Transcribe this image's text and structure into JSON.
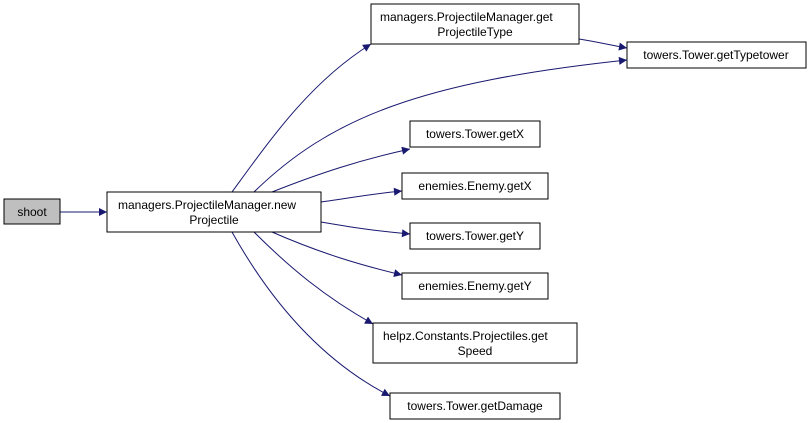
{
  "colors": {
    "edge": "#191970",
    "node_border": "#000000",
    "node_fill": "#ffffff",
    "root_fill": "#bfbfbf"
  },
  "nodes": {
    "shoot": {
      "lines": [
        "shoot"
      ]
    },
    "new_projectile": {
      "lines": [
        "managers.ProjectileManager.new",
        "Projectile"
      ]
    },
    "get_projectile_type": {
      "lines": [
        "managers.ProjectileManager.get",
        "ProjectileType"
      ]
    },
    "get_typetower": {
      "lines": [
        "towers.Tower.getTypetower"
      ]
    },
    "tower_getx": {
      "lines": [
        "towers.Tower.getX"
      ]
    },
    "enemy_getx": {
      "lines": [
        "enemies.Enemy.getX"
      ]
    },
    "tower_gety": {
      "lines": [
        "towers.Tower.getY"
      ]
    },
    "enemy_gety": {
      "lines": [
        "enemies.Enemy.getY"
      ]
    },
    "get_speed": {
      "lines": [
        "helpz.Constants.Projectiles.get",
        "Speed"
      ]
    },
    "get_damage": {
      "lines": [
        "towers.Tower.getDamage"
      ]
    }
  },
  "edges": [
    [
      "shoot",
      "new_projectile"
    ],
    [
      "new_projectile",
      "get_projectile_type"
    ],
    [
      "new_projectile",
      "get_typetower"
    ],
    [
      "get_projectile_type",
      "get_typetower"
    ],
    [
      "new_projectile",
      "tower_getx"
    ],
    [
      "new_projectile",
      "enemy_getx"
    ],
    [
      "new_projectile",
      "tower_gety"
    ],
    [
      "new_projectile",
      "enemy_gety"
    ],
    [
      "new_projectile",
      "get_speed"
    ],
    [
      "new_projectile",
      "get_damage"
    ]
  ]
}
